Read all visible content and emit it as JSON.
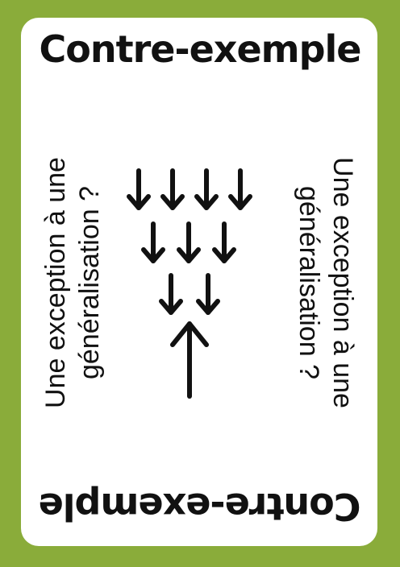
{
  "card": {
    "title": "Contre-exemple",
    "question_line1": "Une exception à une",
    "question_line2": "généralisation ?",
    "frame_color": "#8aac3a",
    "background_color": "#ffffff"
  },
  "illustration": {
    "icon": "converging-arrows-icon",
    "down_arrows_per_row": [
      4,
      3,
      2
    ],
    "up_arrows": 1
  }
}
